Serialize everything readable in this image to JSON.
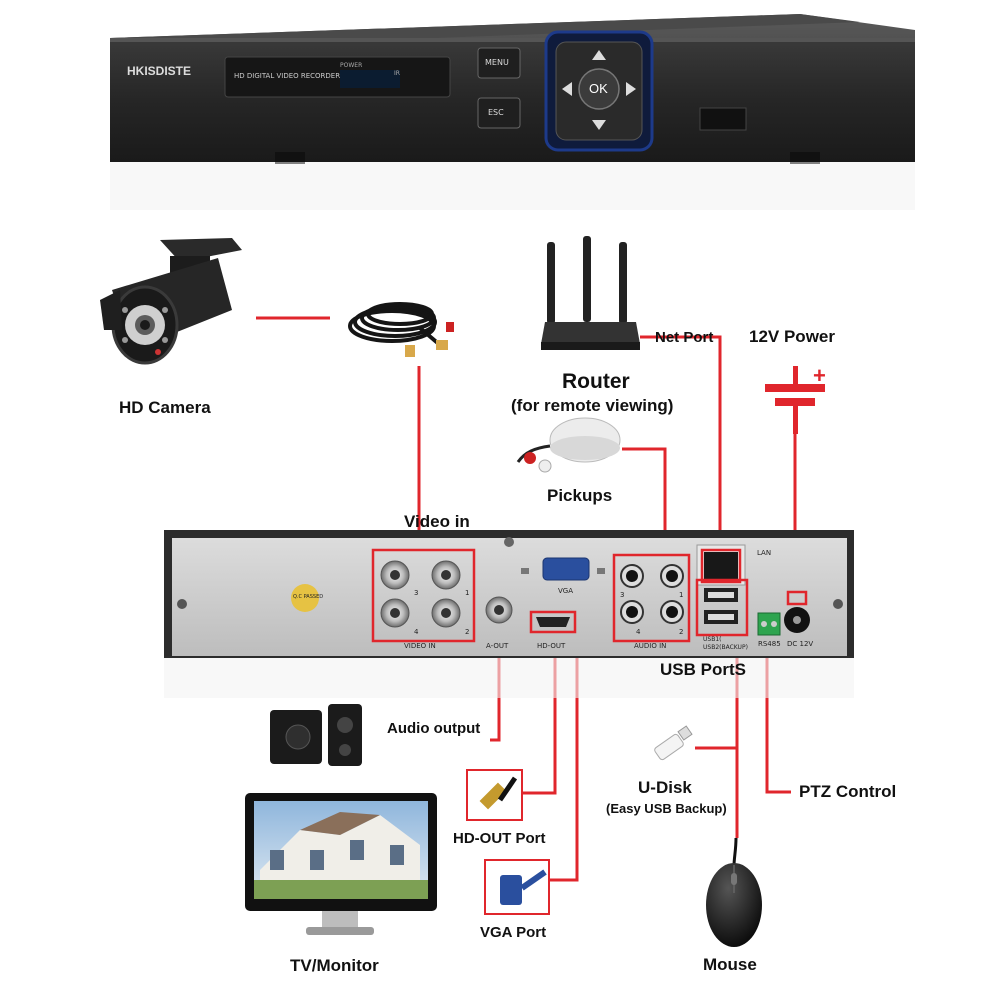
{
  "dvr_front": {
    "brand": "HKISDISTE",
    "model_text": "HD DIGITAL VIDEO RECORDER",
    "power_label": "POWER",
    "ir_label": "IR",
    "menu_button": "MENU",
    "esc_button": "ESC",
    "ok_button": "OK"
  },
  "labels": {
    "camera": "HD Camera",
    "router": "Router",
    "router_sub": "(for remote viewing)",
    "net_port": "Net Port",
    "power": "12V Power",
    "pickups": "Pickups",
    "video_in": "Video in",
    "usb_ports": "USB PortS",
    "audio_output": "Audio output",
    "u_disk": "U-Disk",
    "u_disk_sub": "(Easy USB Backup)",
    "ptz": "PTZ Control",
    "hdout_port": "HD-OUT Port",
    "vga_port": "VGA Port",
    "tv": "TV/Monitor",
    "mouse": "Mouse"
  },
  "dvr_back": {
    "video_in_label": "VIDEO  IN",
    "aout_label": "A-OUT",
    "hdout_label": "HD-OUT",
    "vga_label": "VGA",
    "audio_in_label": "AUDIO  IN",
    "lan_label": "LAN",
    "usb1_label": "USB1(",
    "usb2_label": "USB2(BACKUP)",
    "rs485_label": "RS485",
    "dc_label": "DC 12V",
    "qc_label": "Q.C PASSED",
    "video_channels": [
      "3",
      "1",
      "4",
      "2"
    ],
    "audio_channels": [
      "3",
      "1",
      "4",
      "2"
    ]
  },
  "colors": {
    "connector_line": "#e0262c",
    "dvr_body": "#2b2b2b",
    "back_panel": "#c9c9c9"
  }
}
